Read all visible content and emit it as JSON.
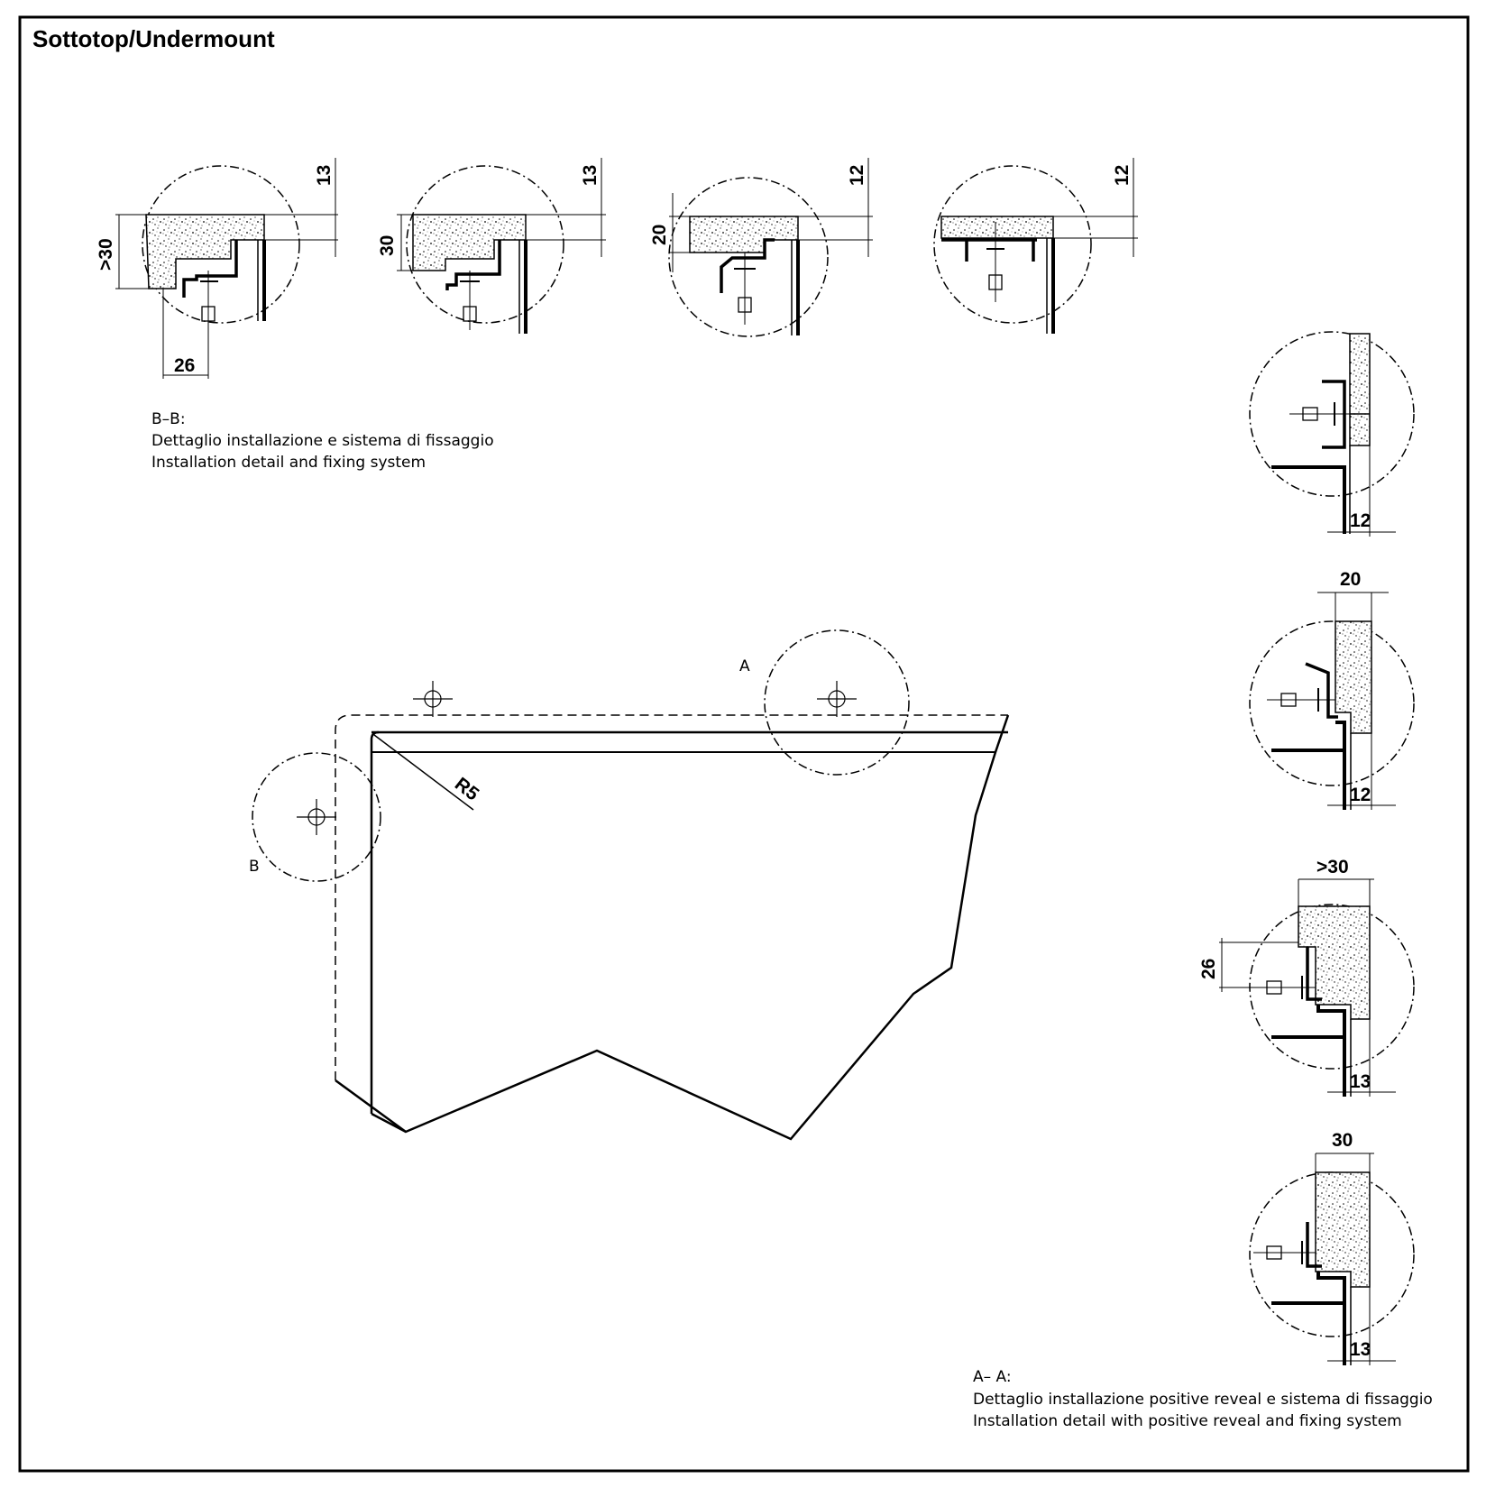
{
  "title": "Sottotop/Undermount",
  "section_bb": {
    "label": "B–B:",
    "line_it": "Dettaglio installazione e sistema di fissaggio",
    "line_en": "Installation detail and fixing system"
  },
  "section_aa": {
    "label": "A– A:",
    "line_it": "Dettaglio installazione positive reveal e sistema di fissaggio",
    "line_en": "Installation detail with positive reveal and fixing system"
  },
  "plan": {
    "label_a": "A",
    "label_b": "B",
    "radius_label": "R5"
  },
  "top_details": [
    {
      "top_dim": "13",
      "left_dim": ">30",
      "bottom_dim": "26"
    },
    {
      "top_dim": "13",
      "left_dim": "30"
    },
    {
      "top_dim": "12",
      "left_dim": "20"
    },
    {
      "top_dim": "12"
    }
  ],
  "right_details": [
    {
      "bottom_dim": "12"
    },
    {
      "top_dim": "20",
      "bottom_dim": "12"
    },
    {
      "top_dim": ">30",
      "side_dim": "26",
      "bottom_dim": "13"
    },
    {
      "top_dim": "30",
      "bottom_dim": "13"
    }
  ]
}
